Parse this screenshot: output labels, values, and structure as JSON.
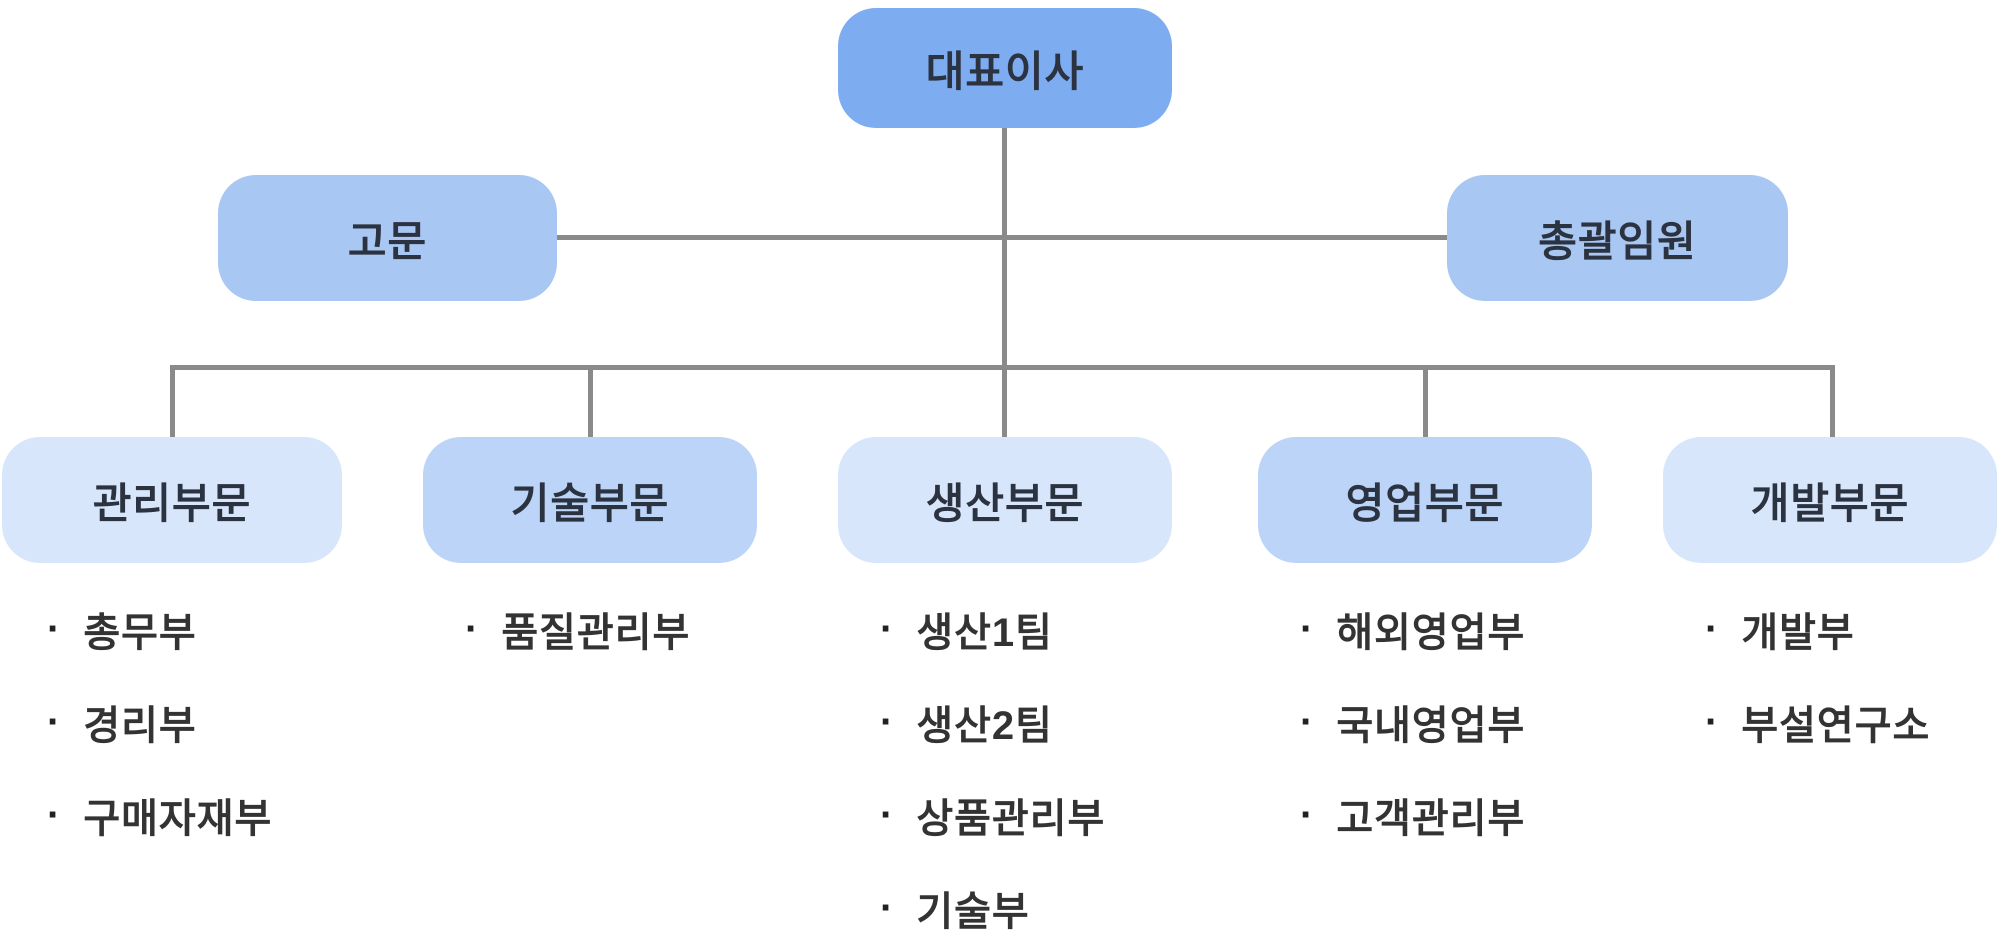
{
  "org_chart": {
    "bullet": "·",
    "root": {
      "label": "대표이사"
    },
    "staff": [
      {
        "id": "advisor",
        "label": "고문"
      },
      {
        "id": "executive",
        "label": "총괄임원"
      }
    ],
    "divisions": [
      {
        "id": "management",
        "label": "관리부문",
        "tone": "light",
        "departments": [
          "총무부",
          "경리부",
          "구매자재부"
        ]
      },
      {
        "id": "technology",
        "label": "기술부문",
        "tone": "medium",
        "departments": [
          "품질관리부"
        ]
      },
      {
        "id": "production",
        "label": "생산부문",
        "tone": "light",
        "departments": [
          "생산1팀",
          "생산2팀",
          "상품관리부",
          "기술부"
        ]
      },
      {
        "id": "sales",
        "label": "영업부문",
        "tone": "medium",
        "departments": [
          "해외영업부",
          "국내영업부",
          "고객관리부"
        ]
      },
      {
        "id": "development",
        "label": "개발부문",
        "tone": "light",
        "departments": [
          "개발부",
          "부설연구소"
        ]
      }
    ],
    "colors": {
      "root_box": "#7DACF1",
      "staff_box": "#A9C7F3",
      "division_light_box": "#D8E6FC",
      "division_medium_box": "#BCD4F8",
      "connector_line": "#8A8A8A",
      "label_text": "#2B3240",
      "department_text": "#333333"
    }
  }
}
